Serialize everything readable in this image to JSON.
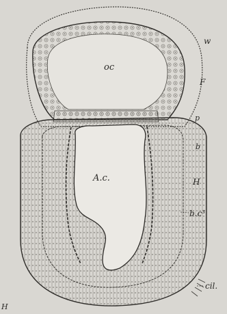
{
  "figure": {
    "background": "#d9d7d2",
    "ink": "#2b2a27",
    "labels": {
      "top_cavity": "oc",
      "archenteron": "A.c.",
      "right_w": "w",
      "right_F": "F",
      "right_p": "p",
      "right_b": "b",
      "right_H": "H",
      "right_bc3": "b.c³",
      "right_cil": "cil.",
      "left_H": "H"
    }
  }
}
